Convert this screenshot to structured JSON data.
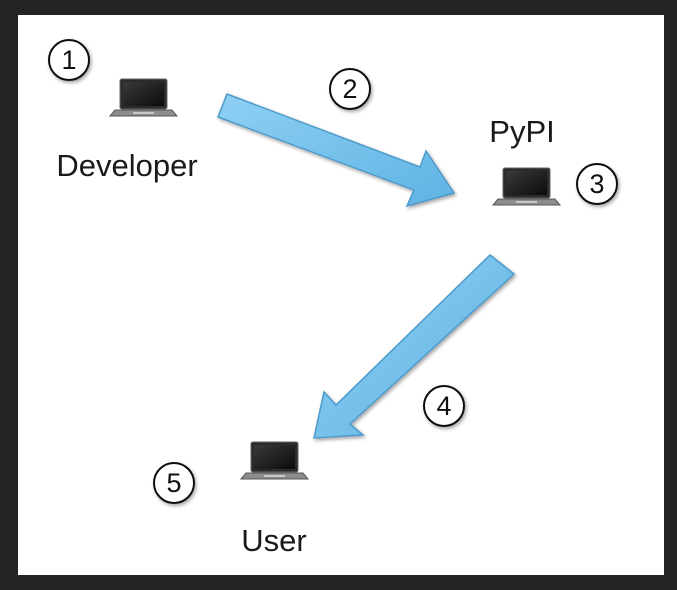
{
  "diagram": {
    "nodes": {
      "developer": {
        "label": "Developer",
        "icon": "laptop-icon"
      },
      "pypi": {
        "label": "PyPI",
        "icon": "laptop-icon"
      },
      "user": {
        "label": "User",
        "icon": "laptop-icon"
      }
    },
    "steps": [
      "1",
      "2",
      "3",
      "4",
      "5"
    ],
    "arrows": [
      {
        "from": "developer",
        "to": "pypi",
        "step": "2"
      },
      {
        "from": "pypi",
        "to": "user",
        "step": "4"
      }
    ],
    "colors": {
      "arrow_fill": "#72BFEA",
      "arrow_stroke": "#4E9BCB",
      "background": "#FFFFFF",
      "frame": "#232323"
    }
  }
}
